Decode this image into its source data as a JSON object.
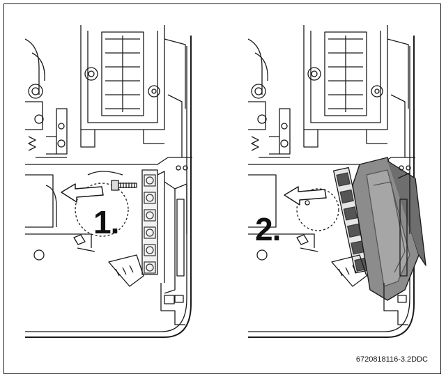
{
  "figure": {
    "step_1_label": "1.",
    "step_2_label": "2.",
    "reference_code": "6720818116-3.2DDC"
  },
  "colors": {
    "line": "#1a1a1a",
    "cover_gray": "#8c8c8c",
    "cover_dark": "#6e6e6e",
    "terminal_dark": "#3a3a3a"
  },
  "icons": [
    "arrow-left-icon",
    "screw-icon"
  ]
}
